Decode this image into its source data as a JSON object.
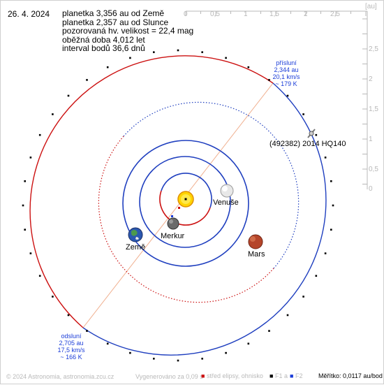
{
  "date": "26. 4. 2024",
  "info_lines": [
    "planetka 3,356 au od Země",
    "planetka 2,357 au od Slunce",
    "pozorovaná hv. velikost = 22,4 mag",
    "oběžná doba 4,012 let",
    "interval bodů 36,6 dnů"
  ],
  "axis": {
    "unit": "[au]",
    "x_ticks": [
      "0",
      "0,5",
      "1",
      "1,5",
      "2",
      "2,5"
    ],
    "y_ticks": [
      "2,5",
      "2",
      "1,5",
      "1",
      "0,5",
      "0"
    ]
  },
  "asteroid_name": "(492382) 2014 HQ140",
  "perihelion": {
    "title": "přísluní",
    "distance": "2,344 au",
    "speed": "20,1 km/s",
    "time": "~ 179 K"
  },
  "aphelion": {
    "title": "odsluní",
    "distance": "2,705 au",
    "speed": "17,5 km/s",
    "time": "~ 166 K"
  },
  "planets": {
    "venus": "Venuše",
    "earth": "Země",
    "mercury": "Merkur",
    "mars": "Mars"
  },
  "footer": {
    "copyright": "© 2024 Astronomia, astronomia.zcu.cz",
    "generated": "Vygenerováno za 0,09 s",
    "legend_center": "střed elipsy, ohnisko",
    "legend_f1": "F1 a",
    "legend_f2": "F2",
    "scale": "Měřítko: 0,0117 au/bod"
  },
  "colors": {
    "orbit_blue": "#1f3fbf",
    "orbit_red": "#cc1111",
    "label_blue": "#1a3cd8",
    "apsis_line": "#f0b090",
    "axis_gray": "#b8b8b8"
  }
}
